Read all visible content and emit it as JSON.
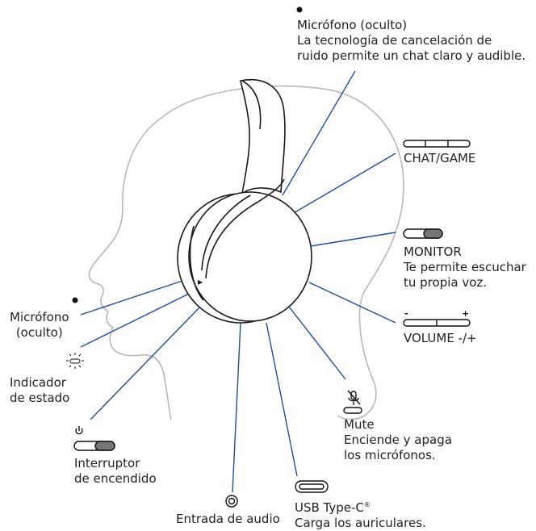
{
  "accent_line_color": "#1f4ea3",
  "outline_color": "#b8b8b8",
  "headset_stroke": "#1a1a1a",
  "labels": {
    "mic_top": {
      "title": "Micrófono (oculto)",
      "line1": "La tecnología de cancelación de",
      "line2": "ruido permite un chat claro y audible."
    },
    "chat_game": {
      "title": "CHAT/GAME"
    },
    "monitor": {
      "title": "MONITOR",
      "line1": "Te permite escuchar",
      "line2": "tu propia voz."
    },
    "volume": {
      "title": "VOLUME -/+",
      "minus": "-",
      "plus": "+"
    },
    "mute": {
      "title": "Mute",
      "line1": "Enciende y apaga",
      "line2": "los micrófonos."
    },
    "usb": {
      "title": "USB Type-C",
      "sup": "®",
      "line1": "Carga los auriculares."
    },
    "audio_in": {
      "title": "Entrada de audio"
    },
    "power": {
      "line1": "Interruptor",
      "line2": "de encendido"
    },
    "status": {
      "line1": "Indicador",
      "line2": "de estado"
    },
    "mic_left": {
      "line1": "Micrófono",
      "line2": "(oculto)"
    }
  },
  "icons": [
    "mic-dot-icon",
    "slider-switch-icon",
    "power-icon",
    "status-light-icon",
    "mute-mic-icon",
    "usb-c-port-icon",
    "audio-jack-icon"
  ]
}
